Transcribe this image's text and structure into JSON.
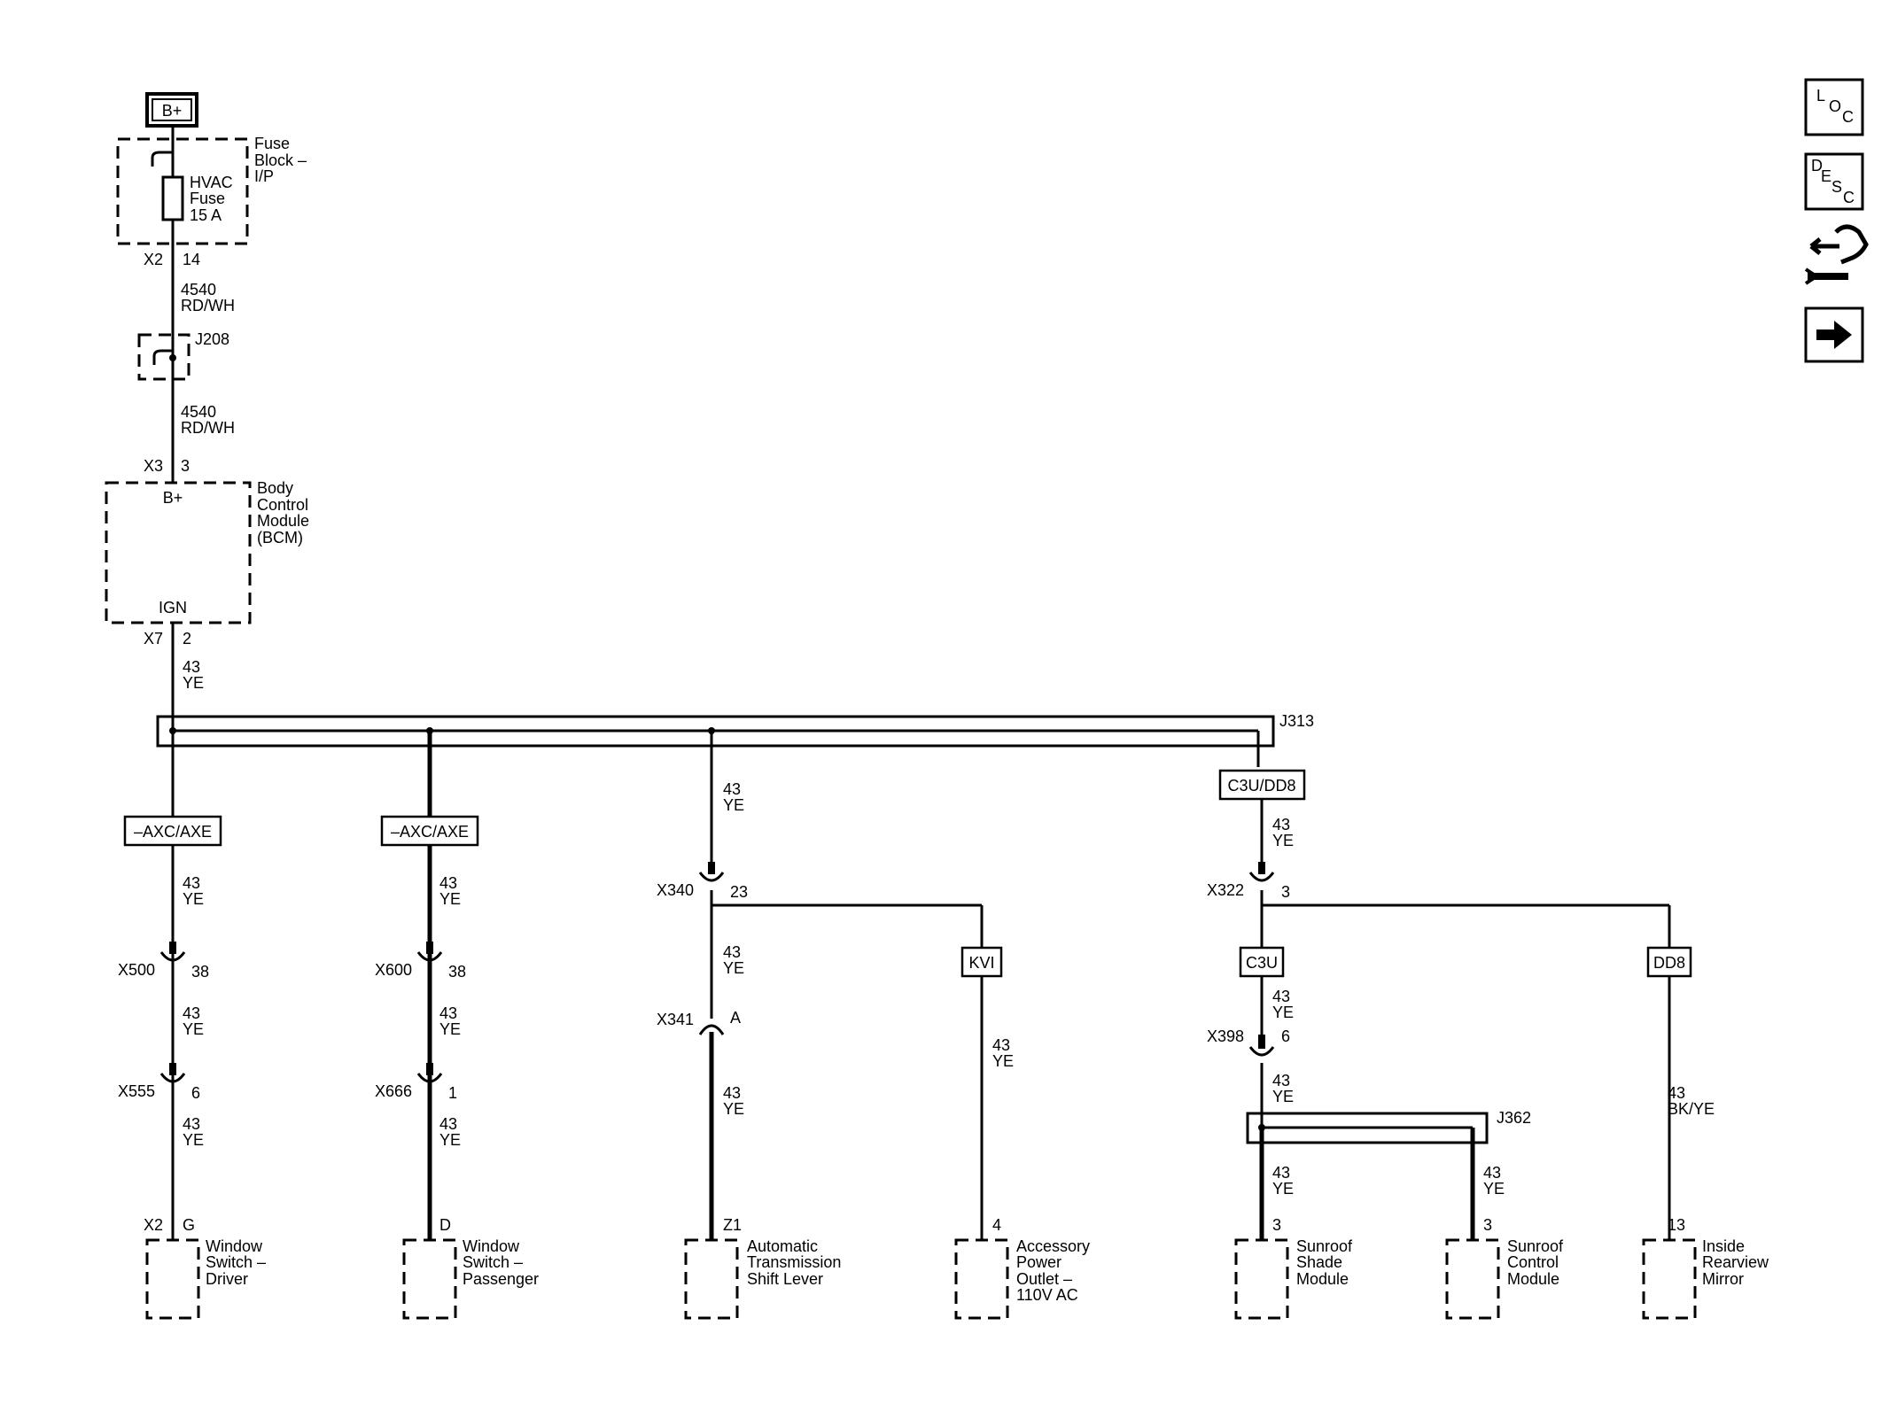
{
  "power": {
    "label": "B+"
  },
  "fuse_block": {
    "name": [
      "Fuse",
      "Block –",
      "I/P"
    ],
    "fuse": [
      "HVAC",
      "Fuse",
      "15 A"
    ],
    "conn": "X2",
    "pin": "14"
  },
  "wire_4540a": [
    "4540",
    "RD/WH"
  ],
  "splice_j208": "J208",
  "wire_4540b": [
    "4540",
    "RD/WH"
  ],
  "bcm": {
    "conn_in": "X3",
    "pin_in": "3",
    "term_in": "B+",
    "name": [
      "Body",
      "Control",
      "Module",
      "(BCM)"
    ],
    "term_out": "IGN",
    "conn_out": "X7",
    "pin_out": "2"
  },
  "wire_43_main": [
    "43",
    "YE"
  ],
  "splice_j313": "J313",
  "branch1": {
    "option": "–AXC/AXE",
    "wire1": [
      "43",
      "YE"
    ],
    "inline1": "X500",
    "pin1": "38",
    "wire2": [
      "43",
      "YE"
    ],
    "inline2": "X555",
    "pin2": "6",
    "wire3": [
      "43",
      "YE"
    ],
    "conn": "X2",
    "pin": "G",
    "name": [
      "Window",
      "Switch –",
      "Driver"
    ]
  },
  "branch2": {
    "option": "–AXC/AXE",
    "wire1": [
      "43",
      "YE"
    ],
    "inline1": "X600",
    "pin1": "38",
    "wire2": [
      "43",
      "YE"
    ],
    "inline2": "X666",
    "pin2": "1",
    "wire3": [
      "43",
      "YE"
    ],
    "pin": "D",
    "name": [
      "Window",
      "Switch –",
      "Passenger"
    ]
  },
  "branch3": {
    "wire0": [
      "43",
      "YE"
    ],
    "inline1": "X340",
    "pin1": "23",
    "wire1": [
      "43",
      "YE"
    ],
    "inline2": "X341",
    "pin2": "A",
    "wire2": [
      "43",
      "YE"
    ],
    "pin": "Z1",
    "name": [
      "Automatic",
      "Transmission",
      "Shift Lever"
    ]
  },
  "branch4": {
    "option": "KVI",
    "wire": [
      "43",
      "YE"
    ],
    "pin": "4",
    "name": [
      "Accessory",
      "Power",
      "Outlet –",
      "110V AC"
    ]
  },
  "branch5": {
    "option": "C3U/DD8",
    "wire0": [
      "43",
      "YE"
    ],
    "inline1": "X322",
    "pin1": "3",
    "option_c3u": "C3U",
    "wire1": [
      "43",
      "YE"
    ],
    "inline2": "X398",
    "pin2": "6",
    "wire2": [
      "43",
      "YE"
    ],
    "splice": "J362"
  },
  "sub_a": {
    "wire": [
      "43",
      "YE"
    ],
    "pin": "3",
    "name": [
      "Sunroof",
      "Shade",
      "Module"
    ]
  },
  "sub_b": {
    "wire": [
      "43",
      "YE"
    ],
    "pin": "3",
    "name": [
      "Sunroof",
      "Control",
      "Module"
    ]
  },
  "branch6": {
    "option": "DD8",
    "wire": [
      "43",
      "BK/YE"
    ],
    "pin": "13",
    "name": [
      "Inside",
      "Rearview",
      "Mirror"
    ]
  },
  "side_buttons": [
    {
      "id": "loc",
      "letters": [
        "L",
        "O",
        "C"
      ],
      "icon": "location-button"
    },
    {
      "id": "desc",
      "letters": [
        "D",
        "E",
        "S",
        "C"
      ],
      "icon": "description-button"
    },
    {
      "id": "connector",
      "icon": "connector-tool-icon"
    },
    {
      "id": "next",
      "icon": "arrow-right-icon"
    }
  ],
  "colors": {
    "line": "#000000",
    "background": "#ffffff"
  }
}
